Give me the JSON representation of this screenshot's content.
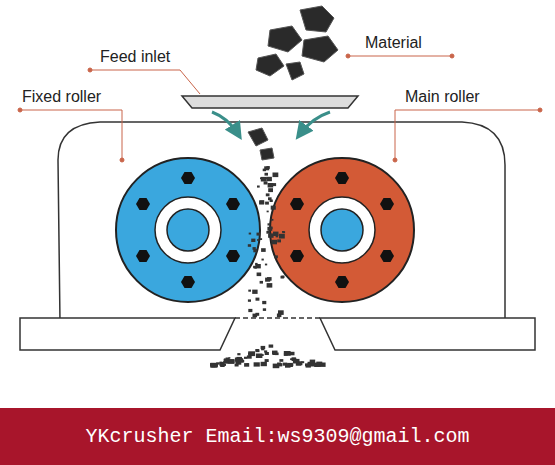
{
  "diagram": {
    "nodes": [
      {
        "text": [
          "YKcrusher Email:ws9309@gmail.com"
        ]
      }
    ],
    "labels": [
      "Feed inlet",
      "Material",
      "Fixed roller",
      "Main roller"
    ]
  }
}
